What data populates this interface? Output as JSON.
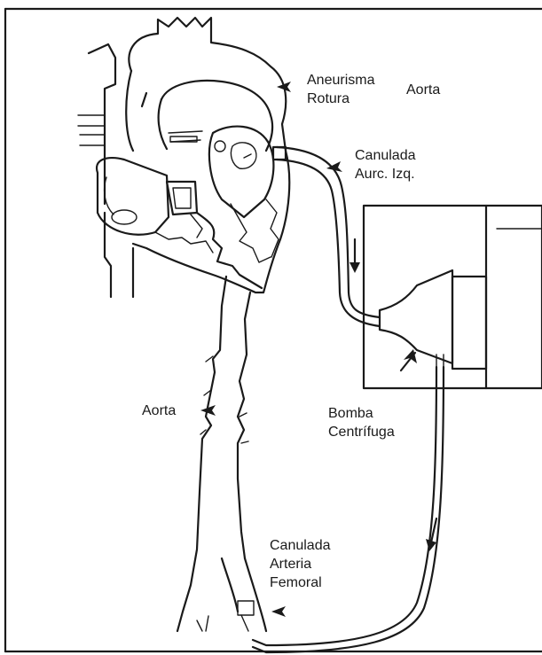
{
  "colors": {
    "ink": "#1a1a1a",
    "paper": "#ffffff"
  },
  "labels": {
    "aneurisma": "Aneurisma",
    "rotura": "Rotura",
    "aorta_top": "Aorta",
    "canulada_auric_1": "Canulada",
    "canulada_auric_2": "Aurc. Izq.",
    "aorta_side": "Aorta",
    "bomba_1": "Bomba",
    "bomba_2": "Centrífuga",
    "canulada_fem_1": "Canulada",
    "canulada_fem_2": "Arteria",
    "canulada_fem_3": "Femoral"
  }
}
